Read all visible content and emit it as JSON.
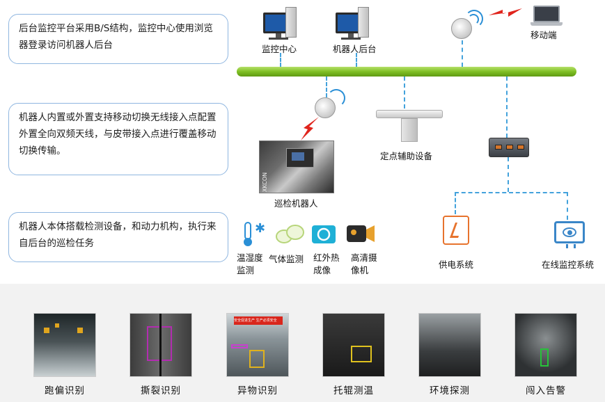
{
  "descriptions": [
    "后台监控平台采用B/S结构，监控中心使用浏览器登录访问机器人后台",
    "机器人内置或外置支持移动切换无线接入点配置外置全向双频天线，与皮带接入点进行覆盖移动切换传输。",
    "机器人本体搭载检测设备，和动力机构，执行来自后台的巡检任务"
  ],
  "nodes": {
    "monitor_center": "监控中心",
    "robot_backend": "机器人后台",
    "mobile": "移动端",
    "fixed_aux": "定点辅助设备",
    "robot": "巡检机器人",
    "power": "供电系统",
    "online_monitor": "在线监控系统"
  },
  "sensors": [
    {
      "label": "温湿度监测",
      "icon": "thermometer-snowflake-icon"
    },
    {
      "label": "气体监测",
      "icon": "gas-cloud-icon"
    },
    {
      "label": "红外热成像",
      "icon": "infrared-camera-icon"
    },
    {
      "label": "高清摄像机",
      "icon": "video-camera-icon"
    }
  ],
  "functions": [
    "跑偏识别",
    "撕裂识别",
    "异物识别",
    "托辊测温",
    "环境探测",
    "闯入告警"
  ],
  "robot_image_text": "XKCON",
  "thumb_texts": {
    "foreign_banner_left": "安全促进生产",
    "foreign_banner_right": "生产必须安全"
  },
  "colors": {
    "bus": "#7fc024",
    "dash": "#43a2dc",
    "box_border": "#8fb6e0",
    "power_icon": "#e7732d",
    "monitor_icon": "#3a86c8",
    "wifi": "#2a8fd6",
    "lightning": "#e0241c"
  }
}
